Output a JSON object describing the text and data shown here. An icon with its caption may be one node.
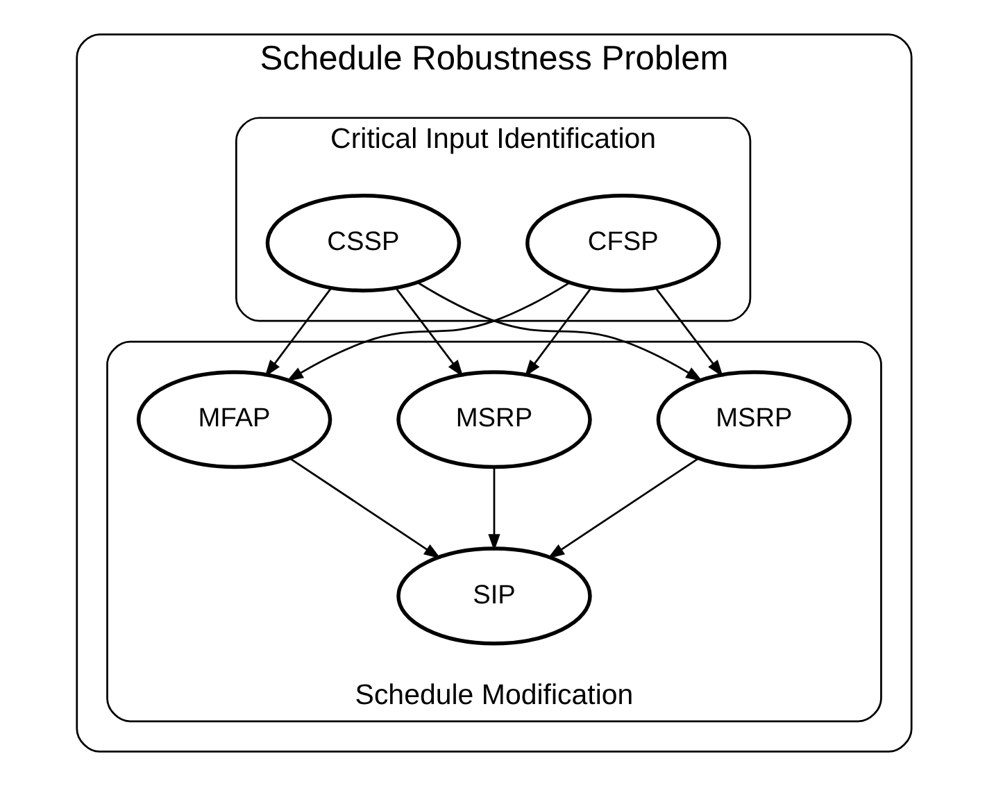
{
  "diagram": {
    "nodes": [
      {
        "text": [
          "Schedule Robustness Problem"
        ]
      },
      {
        "text": [
          "Critical Input Identification"
        ],
        "in": 0
      },
      {
        "text": [
          "CFSP"
        ],
        "in": 1
      },
      {
        "text": [
          "CSSP"
        ],
        "in": 1
      },
      {
        "text": [
          "Schedule Modification"
        ],
        "in": 0
      },
      {
        "text": [
          "MFAP"
        ],
        "in": 4
      },
      {
        "text": [
          "MSRP"
        ],
        "in": 4
      },
      {
        "text": [
          "MSRP"
        ],
        "in": 4
      },
      {
        "text": [
          "SIP"
        ],
        "in": 4
      }
    ],
    "edges": [
      {
        "from": 2,
        "to": 5,
        "arrow": "to"
      },
      {
        "from": 2,
        "to": 6,
        "arrow": "to"
      },
      {
        "from": 2,
        "to": 7,
        "arrow": "to"
      },
      {
        "from": 3,
        "to": 5,
        "arrow": "to"
      },
      {
        "from": 3,
        "to": 6,
        "arrow": "to"
      },
      {
        "from": 3,
        "to": 7,
        "arrow": "to"
      },
      {
        "from": 5,
        "to": 8,
        "arrow": "to"
      },
      {
        "from": 6,
        "to": 8,
        "arrow": "to"
      },
      {
        "from": 7,
        "to": 8,
        "arrow": "to"
      }
    ]
  }
}
